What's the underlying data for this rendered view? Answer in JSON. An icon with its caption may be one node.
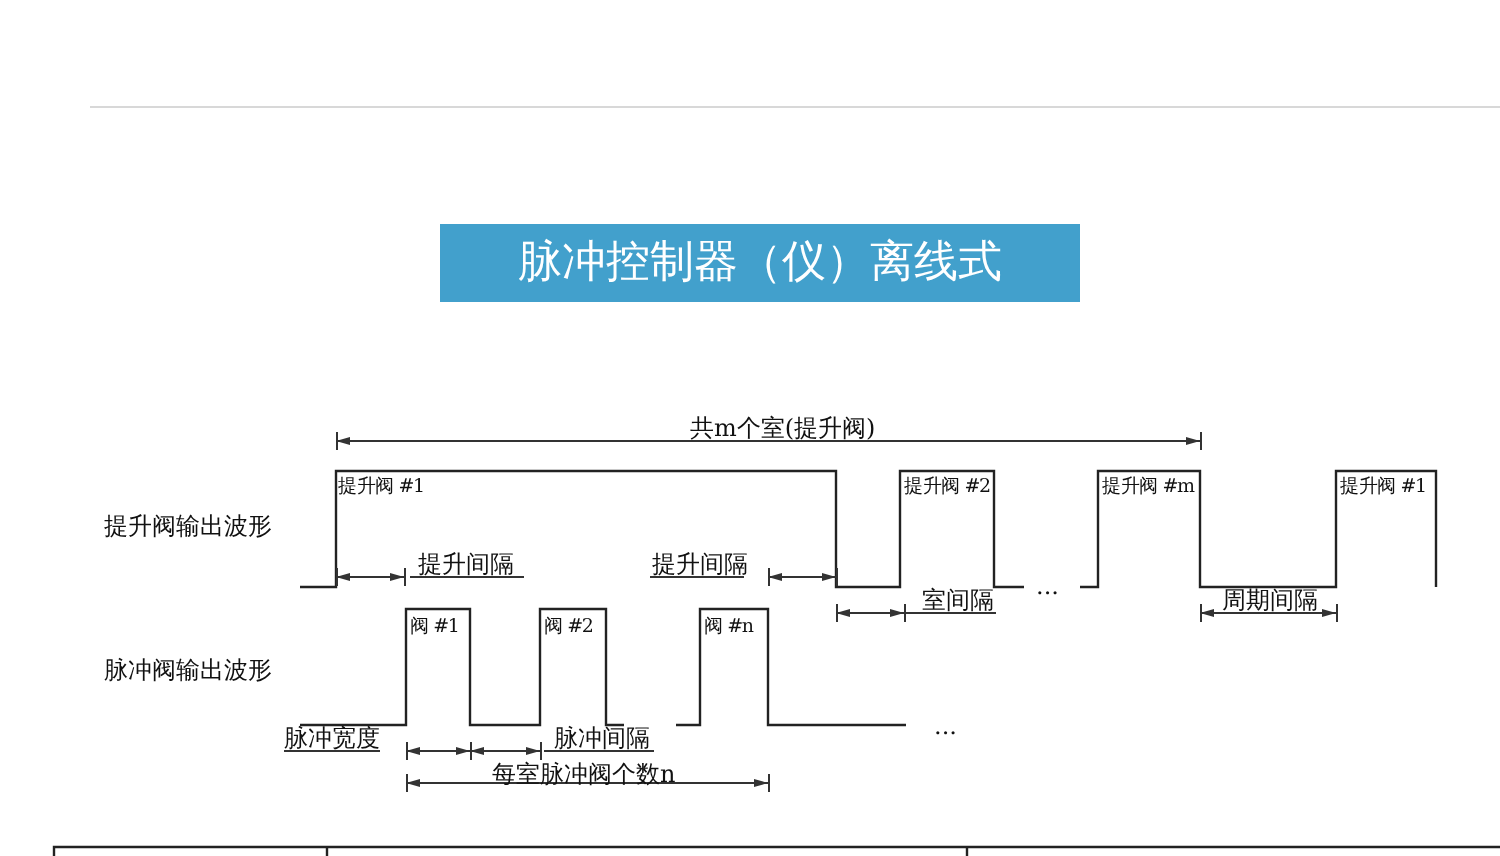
{
  "diagram": {
    "title": "脉冲控制器（仪）离线式",
    "labels": [
      "共m个室(提升阀)",
      "提升阀 #1",
      "提升阀 #2",
      "提升阀 #m",
      "提升阀 #1",
      "提升阀输出波形",
      "提升间隔",
      "提升间隔",
      "...",
      "室间隔",
      "周期间隔",
      "阀 #1",
      "阀 #2",
      "阀 #n",
      "脉冲阀输出波形",
      "...",
      "脉冲宽度",
      "脉冲间隔",
      "每室脉冲阀个数n"
    ]
  }
}
